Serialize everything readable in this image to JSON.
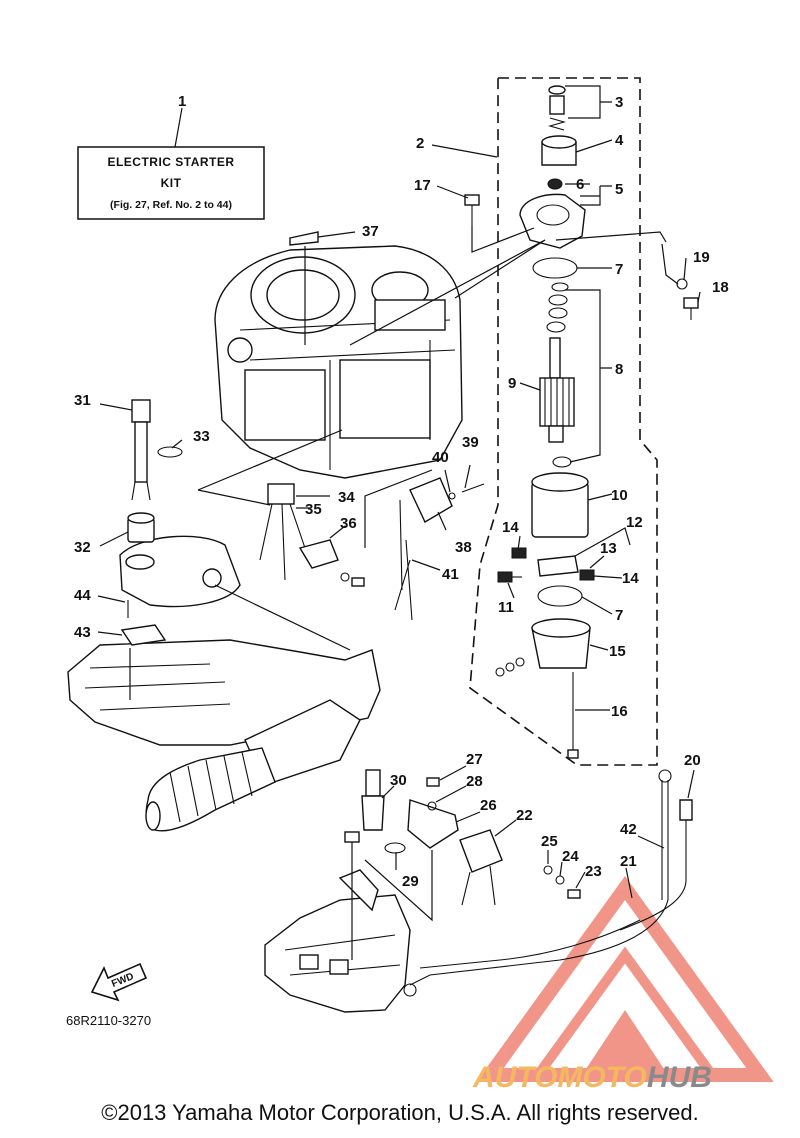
{
  "kit_box": {
    "line1": "ELECTRIC STARTER",
    "line2": "KIT",
    "line3": "(Fig. 27, Ref. No. 2 to 44)"
  },
  "callouts": [
    {
      "id": "c1",
      "label": "1"
    },
    {
      "id": "c2",
      "label": "2"
    },
    {
      "id": "c3",
      "label": "3"
    },
    {
      "id": "c4",
      "label": "4"
    },
    {
      "id": "c5",
      "label": "5"
    },
    {
      "id": "c6",
      "label": "6"
    },
    {
      "id": "c7a",
      "label": "7"
    },
    {
      "id": "c7b",
      "label": "7"
    },
    {
      "id": "c8",
      "label": "8"
    },
    {
      "id": "c9",
      "label": "9"
    },
    {
      "id": "c10",
      "label": "10"
    },
    {
      "id": "c11",
      "label": "11"
    },
    {
      "id": "c12",
      "label": "12"
    },
    {
      "id": "c13",
      "label": "13"
    },
    {
      "id": "c14a",
      "label": "14"
    },
    {
      "id": "c14b",
      "label": "14"
    },
    {
      "id": "c15",
      "label": "15"
    },
    {
      "id": "c16",
      "label": "16"
    },
    {
      "id": "c17",
      "label": "17"
    },
    {
      "id": "c18",
      "label": "18"
    },
    {
      "id": "c19",
      "label": "19"
    },
    {
      "id": "c20",
      "label": "20"
    },
    {
      "id": "c21",
      "label": "21"
    },
    {
      "id": "c22",
      "label": "22"
    },
    {
      "id": "c23",
      "label": "23"
    },
    {
      "id": "c24",
      "label": "24"
    },
    {
      "id": "c25",
      "label": "25"
    },
    {
      "id": "c26",
      "label": "26"
    },
    {
      "id": "c27",
      "label": "27"
    },
    {
      "id": "c28",
      "label": "28"
    },
    {
      "id": "c29",
      "label": "29"
    },
    {
      "id": "c30",
      "label": "30"
    },
    {
      "id": "c31",
      "label": "31"
    },
    {
      "id": "c32",
      "label": "32"
    },
    {
      "id": "c33",
      "label": "33"
    },
    {
      "id": "c34",
      "label": "34"
    },
    {
      "id": "c35",
      "label": "35"
    },
    {
      "id": "c36",
      "label": "36"
    },
    {
      "id": "c37",
      "label": "37"
    },
    {
      "id": "c38",
      "label": "38"
    },
    {
      "id": "c39",
      "label": "39"
    },
    {
      "id": "c40",
      "label": "40"
    },
    {
      "id": "c41",
      "label": "41"
    },
    {
      "id": "c42",
      "label": "42"
    },
    {
      "id": "c43",
      "label": "43"
    },
    {
      "id": "c44",
      "label": "44"
    }
  ],
  "fwd_label": "FWD",
  "drawing_code": "68R2110-3270",
  "watermark": {
    "part1": "AUTOMOTO",
    "part2": "HUB",
    "color1": "#f4b860",
    "color2": "#8a8a8a",
    "triangle_color": "#e8402a"
  },
  "footer": "©2013 Yamaha Motor Corporation, U.S.A. All rights reserved."
}
